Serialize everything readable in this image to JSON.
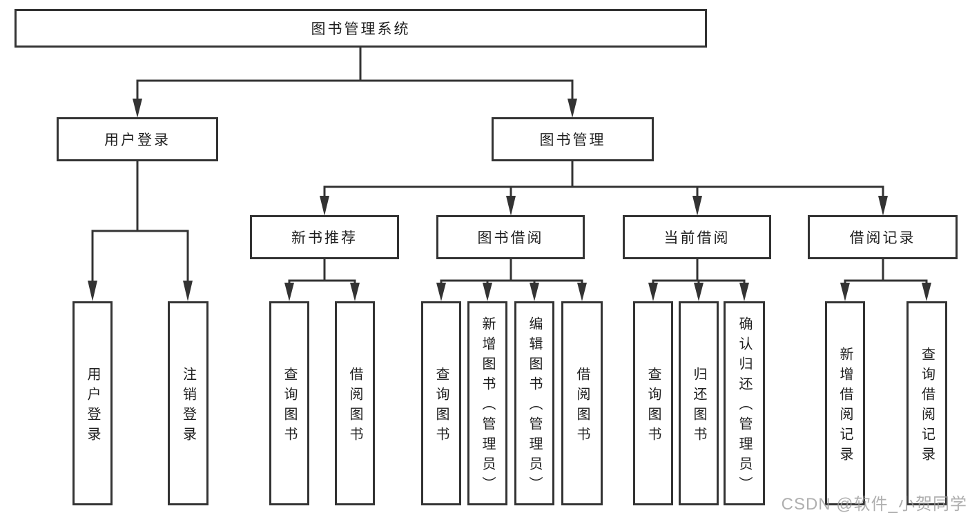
{
  "diagram": {
    "root": {
      "label": "图书管理系统",
      "children": [
        {
          "label": "用户登录",
          "children": [
            {
              "label": "用户登录"
            },
            {
              "label": "注销登录"
            }
          ]
        },
        {
          "label": "图书管理",
          "children": [
            {
              "label": "新书推荐",
              "children": [
                {
                  "label": "查询图书"
                },
                {
                  "label": "借阅图书"
                }
              ]
            },
            {
              "label": "图书借阅",
              "children": [
                {
                  "label": "查询图书"
                },
                {
                  "label": "新增图书（管理员）"
                },
                {
                  "label": "编辑图书（管理员）"
                },
                {
                  "label": "借阅图书"
                }
              ]
            },
            {
              "label": "当前借阅",
              "children": [
                {
                  "label": "查询图书"
                },
                {
                  "label": "归还图书"
                },
                {
                  "label": "确认归还（管理员）"
                }
              ]
            },
            {
              "label": "借阅记录",
              "children": [
                {
                  "label": "新增借阅记录"
                },
                {
                  "label": "查询借阅记录"
                }
              ]
            }
          ]
        }
      ]
    },
    "colors": {
      "line": "#333333",
      "box_border": "#333333",
      "text": "#1f1f1f",
      "watermark": "#9b9b9b"
    }
  },
  "watermark": {
    "text": "CSDN @软件_小贺同学"
  }
}
